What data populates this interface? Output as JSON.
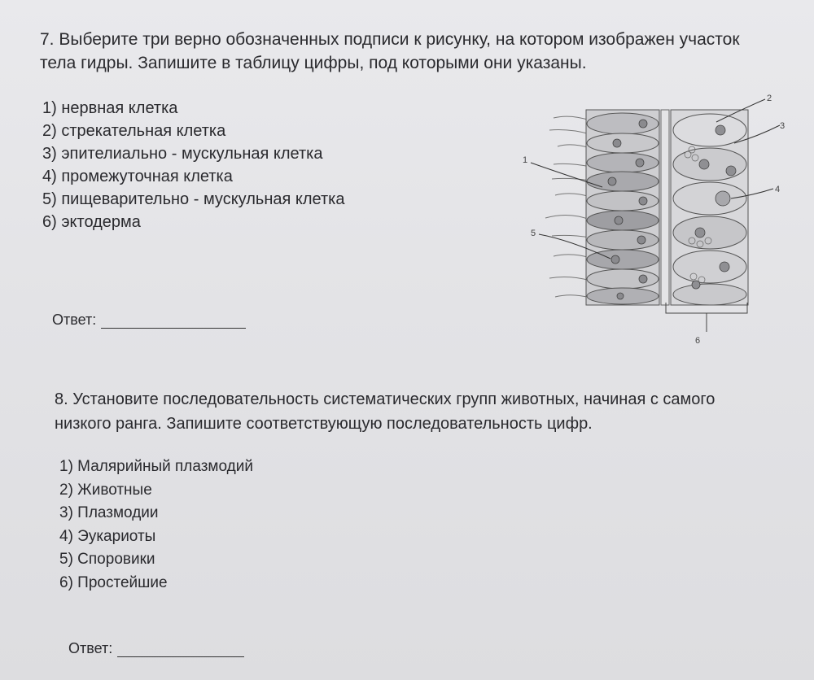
{
  "question7": {
    "title": "7. Выберите три верно обозначенных подписи к рисунку, на котором изображен участок тела гидры. Запишите в таблицу цифры, под которыми они указаны.",
    "options": [
      "1) нервная клетка",
      "2) стрекательная клетка",
      "3) эпителиально - мускульная клетка",
      "4) промежуточная клетка",
      "5) пищеварительно - мускульная клетка",
      "6) эктодерма"
    ],
    "answer_label": "Ответ:",
    "figure_labels": [
      "1",
      "2",
      "3",
      "4",
      "5",
      "6"
    ]
  },
  "question8": {
    "title": "8. Установите последовательность систематических групп животных, начиная с самого низкого ранга. Запишите соответствующую последовательность цифр.",
    "options": [
      "1) Малярийный плазмодий",
      "2) Животные",
      "3) Плазмодии",
      "4) Эукариоты",
      "5) Споровики",
      "6) Простейшие"
    ],
    "answer_label": "Ответ:"
  }
}
